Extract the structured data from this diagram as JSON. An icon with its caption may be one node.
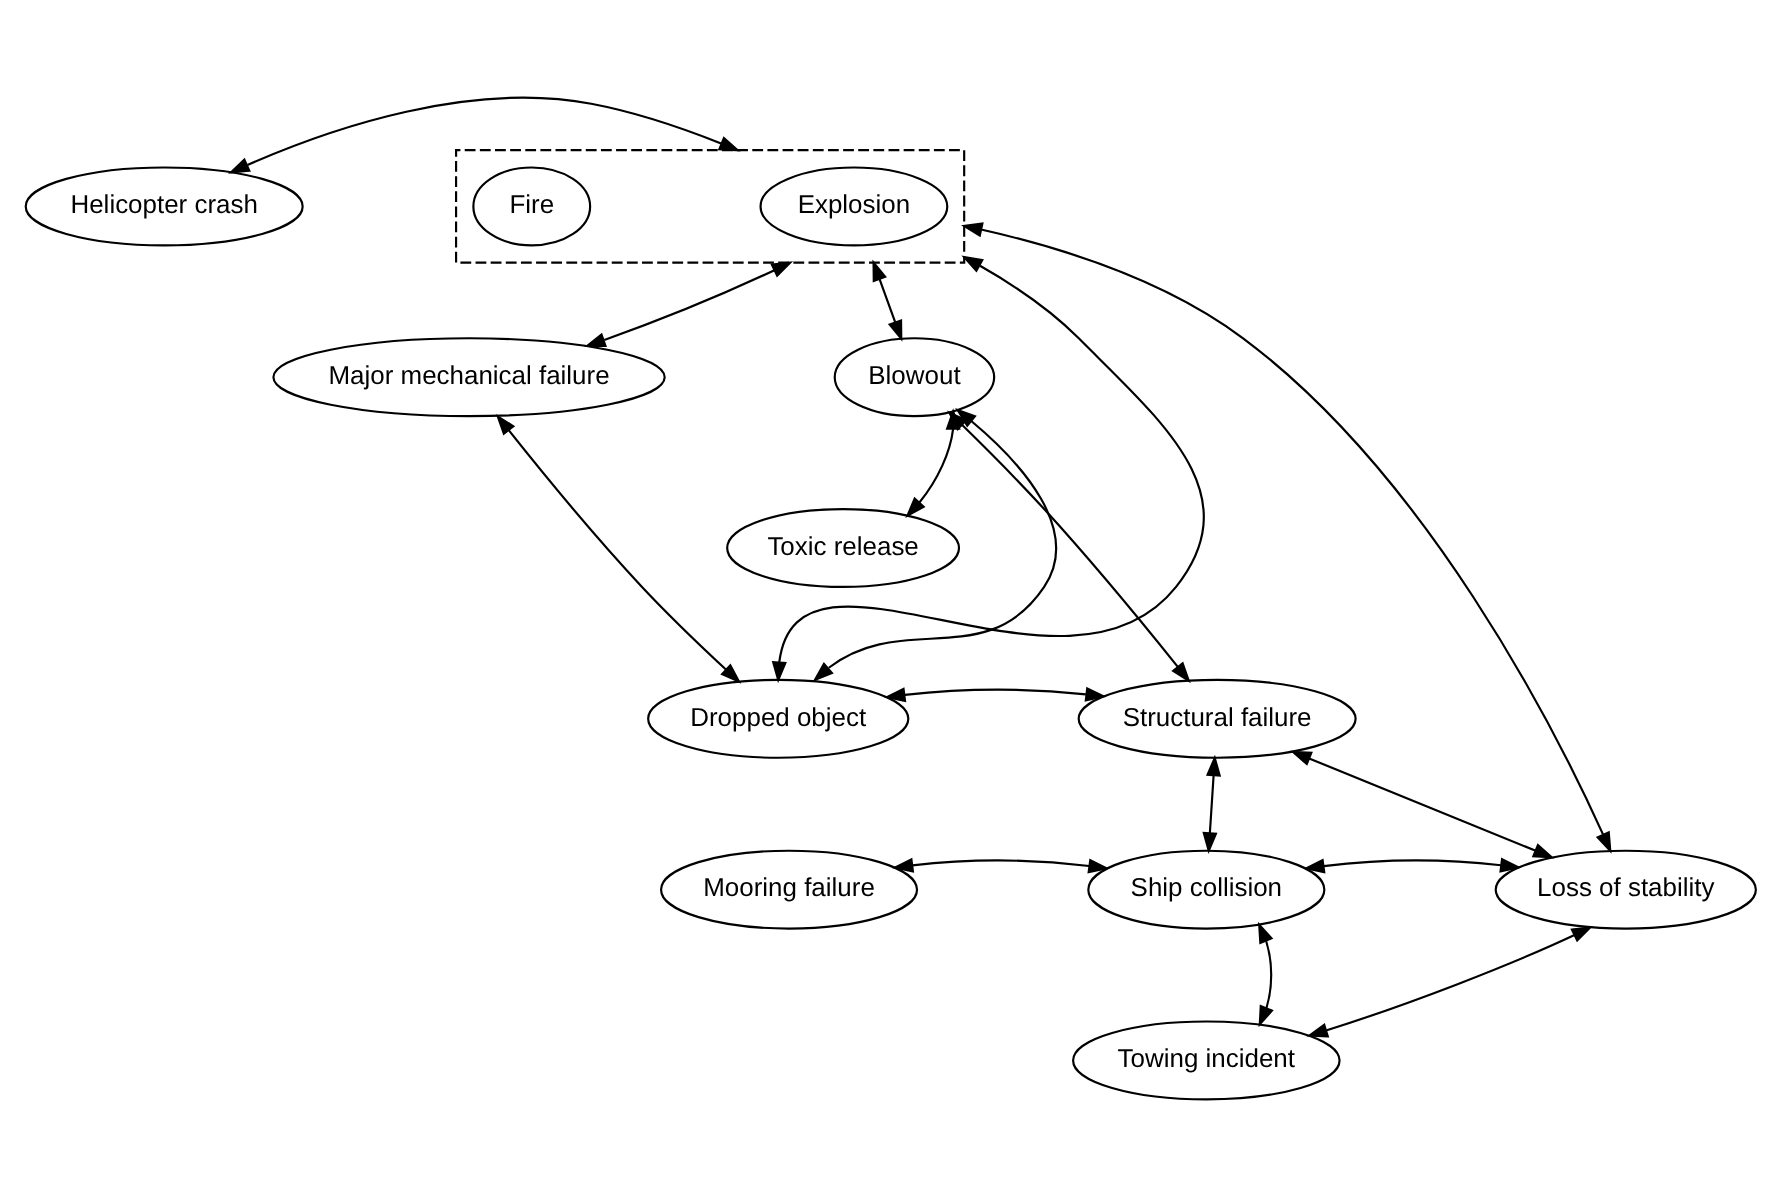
{
  "diagram": {
    "nodes": [
      {
        "text": [],
        "shape": "box"
      },
      {
        "text": [
          "Fire"
        ],
        "in": 0
      },
      {
        "text": [
          "Explosion"
        ],
        "in": 0
      },
      {
        "text": [
          "Helicopter crash"
        ]
      },
      {
        "text": [
          "Major mechanical failure"
        ]
      },
      {
        "text": [
          "Blowout"
        ]
      },
      {
        "text": [
          "Toxic release"
        ]
      },
      {
        "text": [
          "Dropped object"
        ]
      },
      {
        "text": [
          "Structural failure"
        ]
      },
      {
        "text": [
          "Mooring failure"
        ]
      },
      {
        "text": [
          "Ship collision"
        ]
      },
      {
        "text": [
          "Loss of stability"
        ]
      },
      {
        "text": [
          "Towing incident"
        ]
      }
    ],
    "edges": [
      {
        "from": 3,
        "to": 0,
        "arrow": "both"
      },
      {
        "from": 4,
        "to": 0,
        "arrow": "both"
      },
      {
        "from": 7,
        "to": 0,
        "arrow": "both"
      },
      {
        "from": 0,
        "to": 5,
        "arrow": "both"
      },
      {
        "from": 11,
        "to": 0,
        "arrow": "both"
      },
      {
        "from": 4,
        "to": 7,
        "arrow": "both"
      },
      {
        "from": 7,
        "to": 5,
        "arrow": "both"
      },
      {
        "from": 7,
        "to": 8,
        "arrow": "both"
      },
      {
        "from": 5,
        "to": 6,
        "arrow": "both"
      },
      {
        "from": 5,
        "to": 8,
        "arrow": "both"
      },
      {
        "from": 8,
        "to": 10,
        "arrow": "both"
      },
      {
        "from": 9,
        "to": 10,
        "arrow": "both"
      },
      {
        "from": 10,
        "to": 11,
        "arrow": "both"
      },
      {
        "from": 8,
        "to": 11,
        "arrow": "both"
      },
      {
        "from": 12,
        "to": 11,
        "arrow": "both"
      },
      {
        "from": 10,
        "to": 12,
        "arrow": "both"
      }
    ]
  }
}
